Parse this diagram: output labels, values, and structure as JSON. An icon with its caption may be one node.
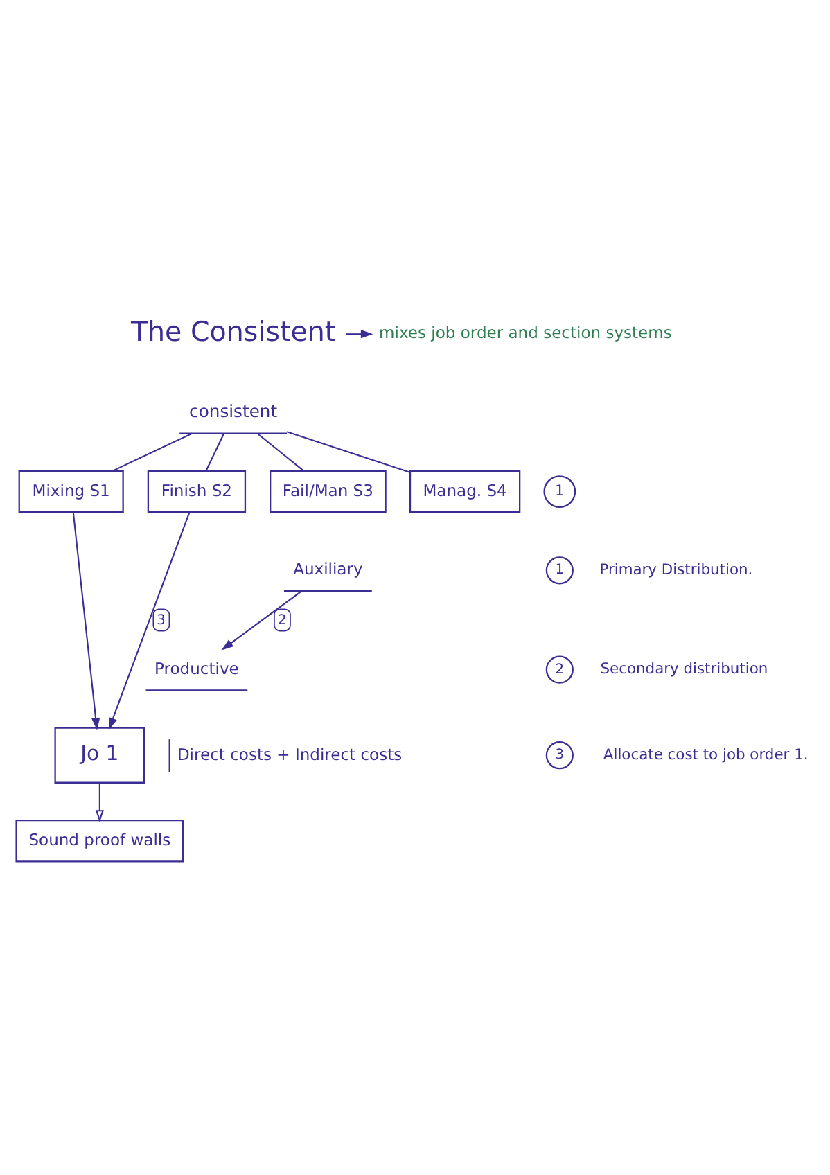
{
  "diagram": {
    "nodes": [
      {
        "text": [
          "The Consistent"
        ]
      },
      {
        "text": [
          "mixes job order and section systems"
        ]
      },
      {
        "text": [
          "consistent"
        ]
      },
      {
        "text": [
          "Mixing S1"
        ]
      },
      {
        "text": [
          "Finish S2"
        ]
      },
      {
        "text": [
          "Fail/Man S3"
        ]
      },
      {
        "text": [
          "Manag. S4"
        ]
      },
      {
        "text": [
          "1"
        ]
      },
      {
        "text": [
          "Productive"
        ]
      },
      {
        "text": [
          "Auxiliary"
        ]
      },
      {
        "text": [
          "Jo 1"
        ],
        "beside": [
          "Direct costs + Indirect costs"
        ]
      },
      {
        "text": [
          "Sound proof walls"
        ]
      },
      {
        "text": [
          "1"
        ],
        "beside": [
          "Primary Distribution."
        ]
      },
      {
        "text": [
          "2"
        ],
        "beside": [
          "Secondary distribution"
        ]
      },
      {
        "text": [
          "3"
        ],
        "beside": [
          "Allocate cost to job order 1."
        ]
      }
    ],
    "edges": [
      {
        "from": 0,
        "to": 1,
        "arrow": "to"
      },
      {
        "from": 2,
        "to": 3,
        "arrow": "none"
      },
      {
        "from": 2,
        "to": 4,
        "arrow": "none"
      },
      {
        "from": 2,
        "to": 5,
        "arrow": "none"
      },
      {
        "from": 2,
        "to": 6,
        "arrow": "none"
      },
      {
        "from": 9,
        "to": 8,
        "arrow": "to",
        "label": "2"
      },
      {
        "from": 3,
        "to": 10,
        "arrow": "to"
      },
      {
        "from": 4,
        "to": 10,
        "arrow": "to",
        "label": "3"
      },
      {
        "from": 10,
        "to": 11,
        "arrow": "to"
      }
    ]
  }
}
